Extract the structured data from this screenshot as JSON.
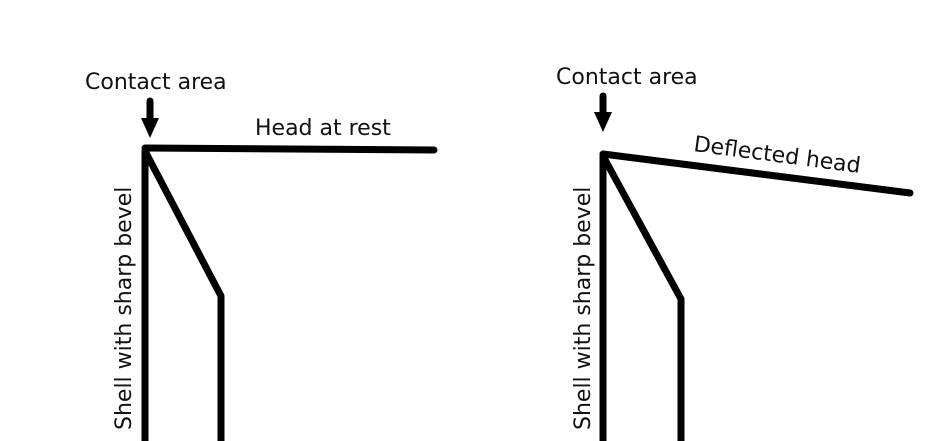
{
  "panels": [
    {
      "state": "rest",
      "contact_label": "Contact area",
      "head_label": "Head at rest",
      "shell_label": "Shell with sharp bevel"
    },
    {
      "state": "deflected",
      "contact_label": "Contact area",
      "head_label": "Deflected head",
      "shell_label": "Shell with sharp bevel"
    }
  ],
  "colors": {
    "line": "#000000",
    "text": "#111111",
    "background": "#ffffff"
  }
}
